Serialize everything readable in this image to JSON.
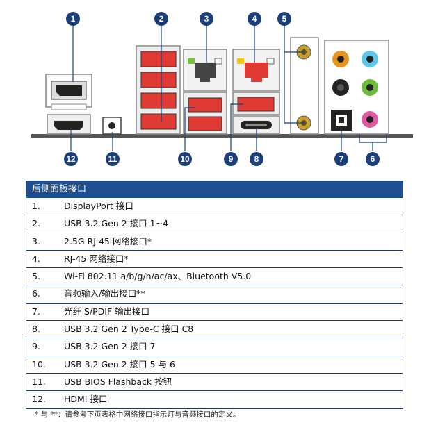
{
  "callouts": [
    {
      "num": "1"
    },
    {
      "num": "2"
    },
    {
      "num": "3"
    },
    {
      "num": "4"
    },
    {
      "num": "5"
    },
    {
      "num": "6"
    },
    {
      "num": "7"
    },
    {
      "num": "8"
    },
    {
      "num": "9"
    },
    {
      "num": "10"
    },
    {
      "num": "11"
    },
    {
      "num": "12"
    }
  ],
  "table": {
    "title": "后侧面板接口",
    "rows": [
      {
        "num": "1.",
        "text": "DisplayPort 接口"
      },
      {
        "num": "2.",
        "text": "USB 3.2 Gen 2 接口 1~4"
      },
      {
        "num": "3.",
        "text": "2.5G RJ-45 网络接口*"
      },
      {
        "num": "4.",
        "text": "RJ-45 网络接口*"
      },
      {
        "num": "5.",
        "text": "Wi-Fi 802.11 a/b/g/n/ac/ax、Bluetooth V5.0"
      },
      {
        "num": "6.",
        "text": "音频输入/输出接口**"
      },
      {
        "num": "7.",
        "text": "光纤 S/PDIF 输出接口"
      },
      {
        "num": "8.",
        "text": "USB 3.2 Gen 2 Type-C 接口 C8"
      },
      {
        "num": "9.",
        "text": "USB 3.2 Gen 2 接口 7"
      },
      {
        "num": "10.",
        "text": "USB 3.2 Gen 2 接口 5 与 6"
      },
      {
        "num": "11.",
        "text": "USB BIOS Flashback 按钮"
      },
      {
        "num": "12.",
        "text": "HDMI 接口"
      }
    ]
  },
  "footnote": "* 与 **：请参考下页表格中网络接口指示灯与音频接口的定义。",
  "colors": {
    "callout": "#1b3f78",
    "usb_red": "#e03a35",
    "header_blue": "#1d4e8f",
    "audio_orange": "#e89320",
    "audio_blue": "#5cc6e6",
    "audio_black": "#222222",
    "audio_green": "#6dbb3a",
    "audio_pink": "#e05aa0",
    "led_green": "#7ac142",
    "led_yellow": "#f2c80f"
  }
}
